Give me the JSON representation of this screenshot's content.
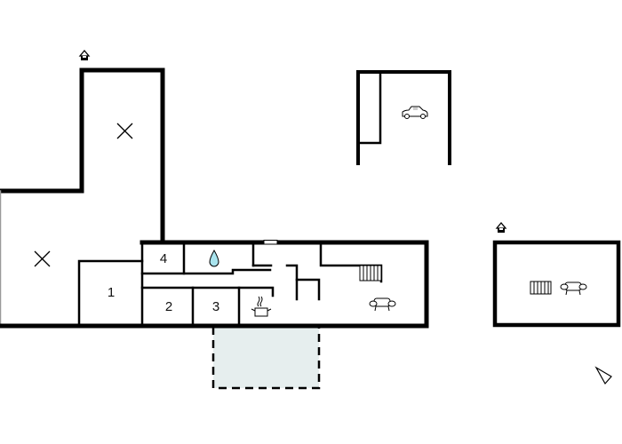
{
  "floorplan": {
    "colors": {
      "wall": "#000000",
      "background": "#ffffff",
      "terrace_fill": "#e6eeee",
      "water_drop": "#a9e4ee",
      "window": "#ffffff"
    },
    "rooms": [
      {
        "id": "1",
        "label": "1"
      },
      {
        "id": "2",
        "label": "2"
      },
      {
        "id": "3",
        "label": "3"
      },
      {
        "id": "4",
        "label": "4"
      }
    ],
    "symbols": {
      "unheated_upper": "x-mark",
      "unheated_left": "x-mark",
      "bathroom": "water-drop",
      "kitchen": "cooking-pot",
      "living_room": "sofa",
      "garage": "car",
      "stairs": "staircase",
      "annex_heater": "radiator",
      "annex_living": "sofa",
      "entrance_main": "entrance-arrow",
      "entrance_annex": "entrance-arrow",
      "north": "north-arrow",
      "terrace": "terrace-dashed"
    }
  }
}
